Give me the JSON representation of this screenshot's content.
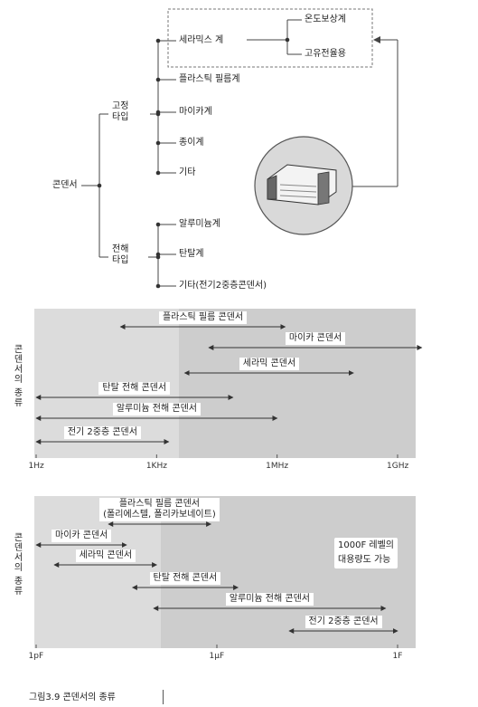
{
  "tree": {
    "root": "콘덴서",
    "fixed_type": "고정\n타입",
    "electrolytic_type": "전해\n타입",
    "ceramic": "세라믹스 계",
    "temp_comp": "온도보상계",
    "high_dielectric": "고유전율용",
    "plastic_film": "플라스틱 필름계",
    "mica": "마이카계",
    "paper": "종이계",
    "other_fixed": "기타",
    "aluminum": "알루미늄계",
    "tantalum": "탄탈계",
    "other_elec": "기타(전기2중층콘덴서)"
  },
  "chart_freq": {
    "ylabel": "콘덴서의 종류",
    "ticks": [
      "1Hz",
      "1KHz",
      "1MHz",
      "1GHz"
    ],
    "bars": [
      {
        "label": "플라스틱 필름 콘덴서",
        "from": 2.1,
        "to": 6.2
      },
      {
        "label": "마이카 콘덴서",
        "from": 4.3,
        "to": 9.6
      },
      {
        "label": "세라믹 콘덴서",
        "from": 3.7,
        "to": 7.9
      },
      {
        "label": "탄탈 전해 콘덴서",
        "from": 0.0,
        "to": 4.9
      },
      {
        "label": "알루미늄 전해 콘덴서",
        "from": 0.0,
        "to": 6.0
      },
      {
        "label": "전기 2중층 콘덴서",
        "from": 0.0,
        "to": 3.3
      }
    ]
  },
  "chart_cap": {
    "ylabel": "콘덴서의 종류",
    "ticks": [
      "1pF",
      "1μF",
      "1F"
    ],
    "bars": [
      {
        "label": "플라스틱 필름 콘덴서\n(폴리에스텔, 폴리카보네이트)",
        "from": 2.4,
        "to": 5.8
      },
      {
        "label": "마이카 콘덴서",
        "from": 0.0,
        "to": 3.0
      },
      {
        "label": "세라믹 콘덴서",
        "from": 0.6,
        "to": 4.0
      },
      {
        "label": "탄탈 전해 콘덴서",
        "from": 3.2,
        "to": 6.7
      },
      {
        "label": "알루미늄 전해 콘덴서",
        "from": 3.9,
        "to": 11.6
      },
      {
        "label": "전기 2중층 콘덴서",
        "from": 8.4,
        "to": 12.0
      }
    ],
    "note": "1000F 레벨의\n대용량도 가능"
  },
  "caption": "그림3.9  콘덴서의 종류"
}
